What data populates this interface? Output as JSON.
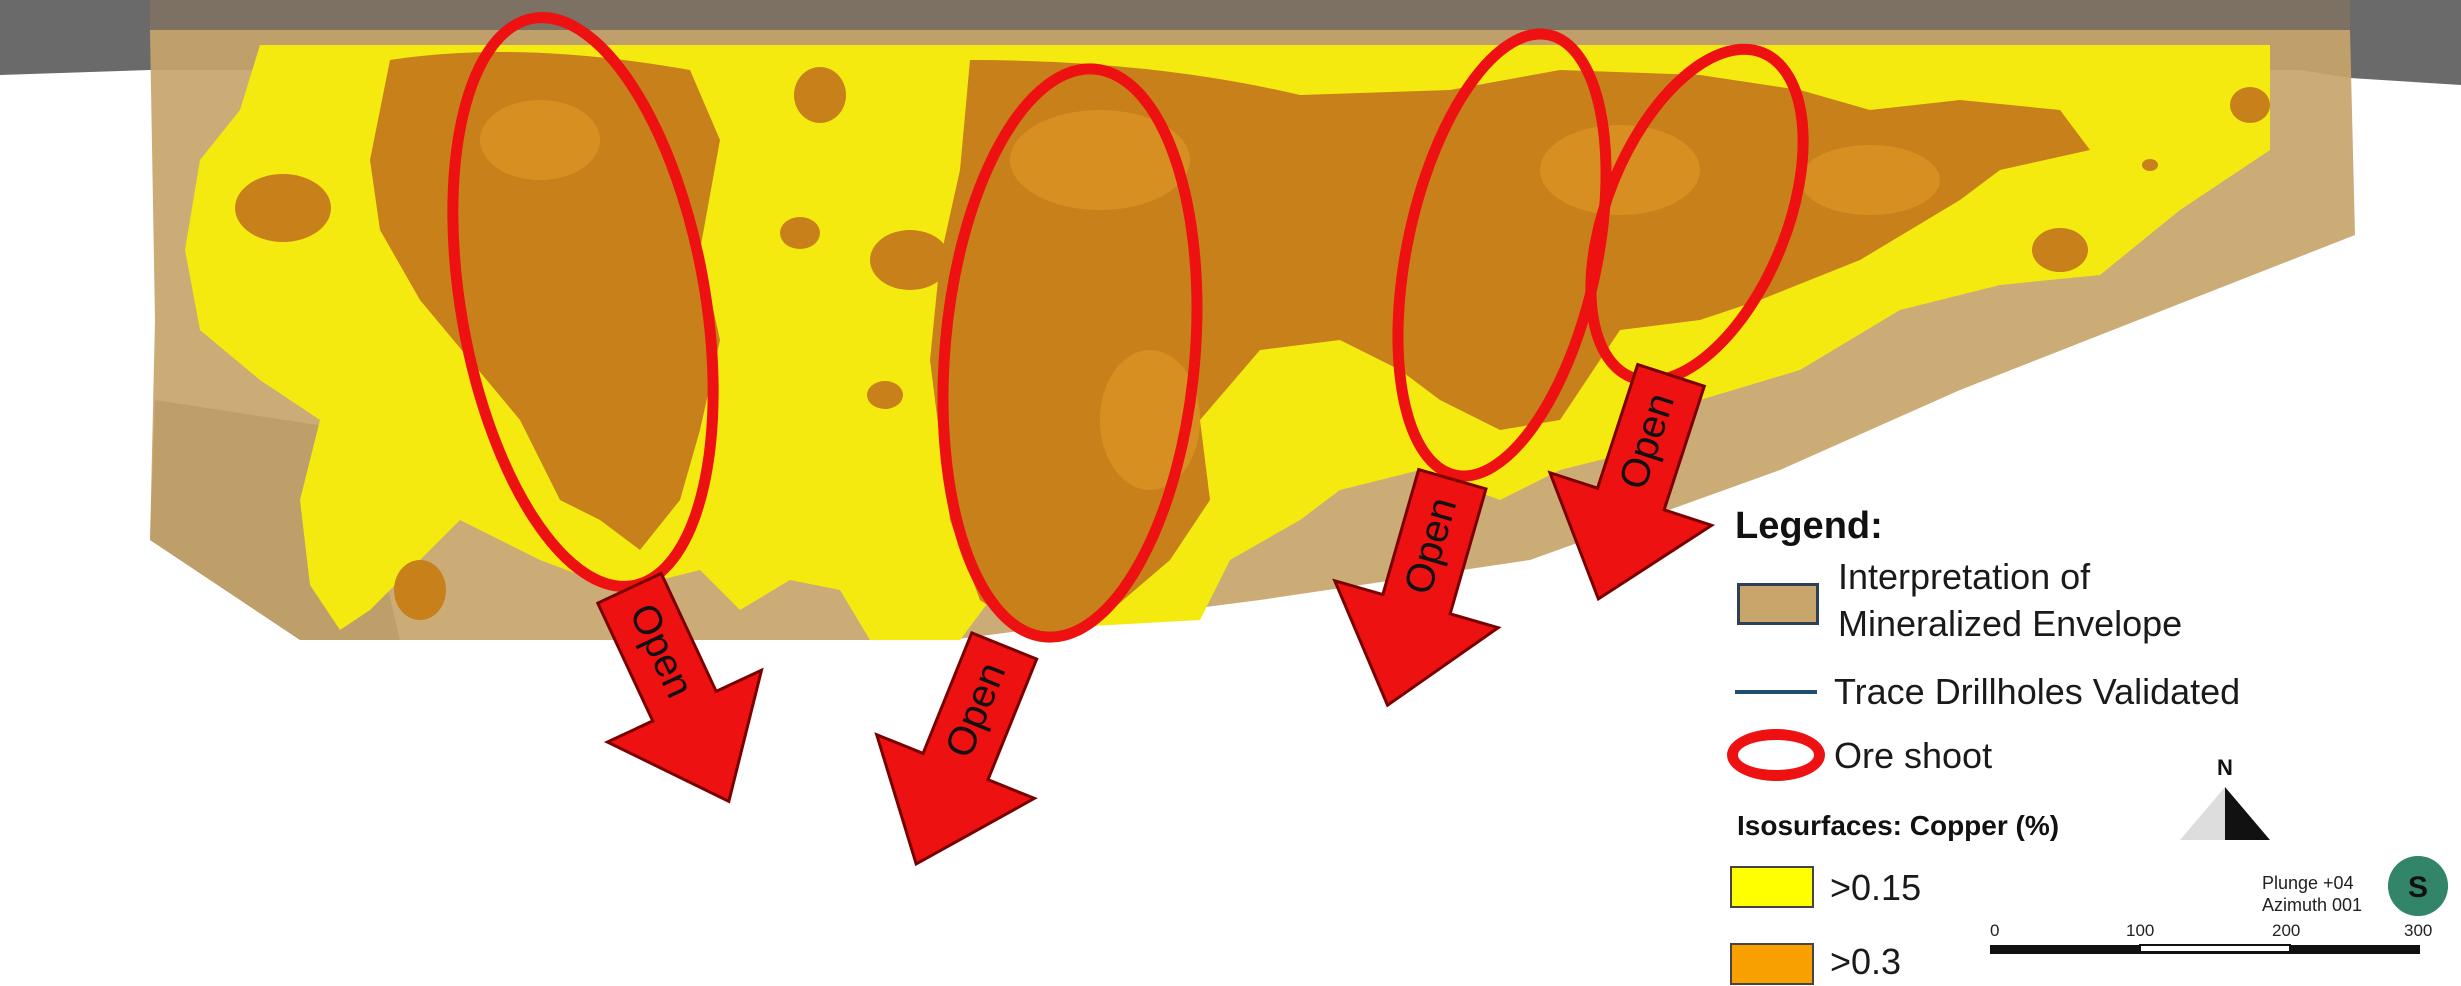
{
  "arrows": [
    {
      "label": "Open"
    },
    {
      "label": "Open"
    },
    {
      "label": "Open"
    },
    {
      "label": "Open"
    }
  ],
  "legend": {
    "title": "Legend:",
    "envelope_line1": "Interpretation of",
    "envelope_line2": "Mineralized Envelope",
    "trace": "Trace Drillholes Validated",
    "ore_shoot": "Ore shoot",
    "isosurfaces_title": "Isosurfaces: Copper (%)",
    "iso_low": ">0.15",
    "iso_high": ">0.3"
  },
  "view": {
    "north": "N",
    "plunge": "Plunge +04",
    "azimuth": "Azimuth 001",
    "compass": "S"
  },
  "scale_bar": {
    "ticks": [
      "0",
      "100",
      "200",
      "300"
    ]
  },
  "colors": {
    "envelope": "#c7a56b",
    "iso_015": "#ffff00",
    "iso_03": "#f7a000",
    "ore_shoot": "#ee1111",
    "arrow": "#ee1111"
  }
}
